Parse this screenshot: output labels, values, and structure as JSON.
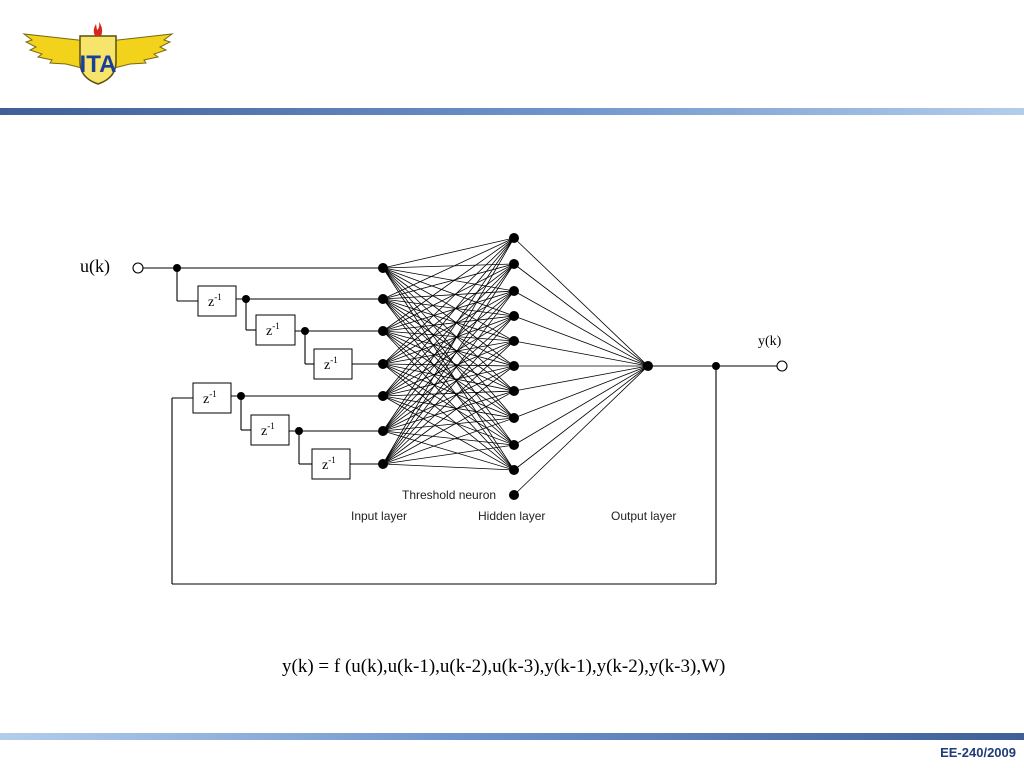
{
  "logo": {
    "text": "ITA",
    "icon": "winged-torch-emblem"
  },
  "diagram": {
    "input_label": "u(k)",
    "output_label": "y(k)",
    "delay_base": "z",
    "delay_exp": "-1",
    "threshold_label": "Threshold neuron",
    "input_layer_label": "Input layer",
    "hidden_layer_label": "Hidden layer",
    "output_layer_label": "Output layer"
  },
  "equation": "y(k) = f (u(k),u(k-1),u(k-2),u(k-3),y(k-1),y(k-2),y(k-3),W)",
  "footer": {
    "course": "EE-240/2009"
  },
  "colors": {
    "bar_dark": "#3f5f96",
    "bar_light": "#b3cdec",
    "footer_text": "#1f3c78"
  }
}
